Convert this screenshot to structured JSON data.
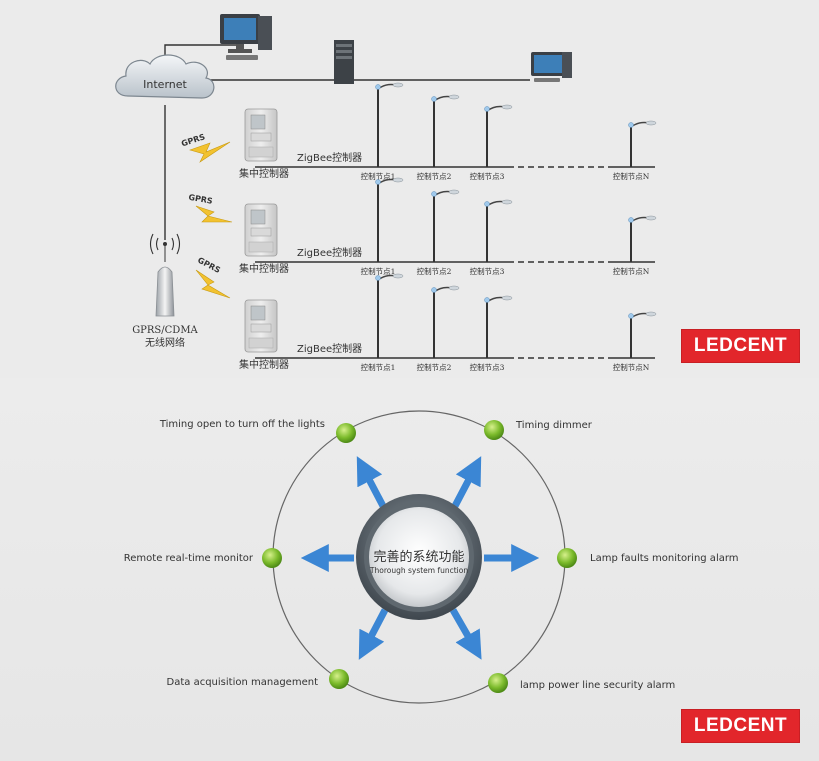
{
  "brand": {
    "logo_text": "LEDCENT",
    "logo_color": "#e2262b"
  },
  "network": {
    "internet_label": "Internet",
    "gprs_label": "GPRS",
    "tower_label_line1": "GPRS/CDMA",
    "tower_label_line2": "无线网络",
    "rows": [
      {
        "controller_label": "集中控制器",
        "zigbee_label": "ZigBee控制器",
        "nodes": [
          "控制节点1",
          "控制节点2",
          "控制节点3",
          "控制节点N"
        ]
      },
      {
        "controller_label": "集中控制器",
        "zigbee_label": "ZigBee控制器",
        "nodes": [
          "控制节点1",
          "控制节点2",
          "控制节点3",
          "控制节点N"
        ]
      },
      {
        "controller_label": "集中控制器",
        "zigbee_label": "ZigBee控制器",
        "nodes": [
          "控制节点1",
          "控制节点2",
          "控制节点3",
          "控制节点N"
        ]
      }
    ]
  },
  "functions": {
    "center_title": "完善的系统功能",
    "center_subtitle": "Thorough system function",
    "items": {
      "timing_open": "Timing open to turn off the lights",
      "timing_dimmer": "Timing dimmer",
      "remote_monitor": "Remote real-time monitor",
      "lamp_faults": "Lamp faults monitoring alarm",
      "data_acquisition": "Data acquisition management",
      "lamp_power": "lamp power line security alarm"
    },
    "colors": {
      "arrow": "#3b86d4",
      "node": "#7cbb2c",
      "ring": "#666666"
    }
  }
}
